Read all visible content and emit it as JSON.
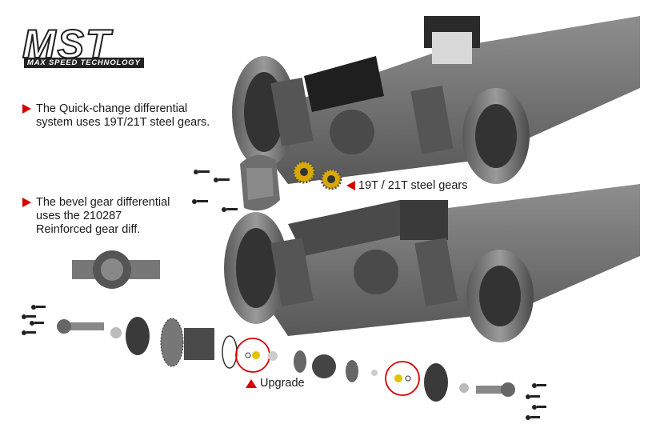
{
  "brand": {
    "name": "MST",
    "tagline": "MAX SPEED TECHNOLOGY"
  },
  "callouts": {
    "quick_change": {
      "lines": [
        "The Quick-change differential",
        "system uses 19T/21T steel gears."
      ]
    },
    "bevel_gear": {
      "lines": [
        "The bevel gear differential",
        "uses the 210287",
        "Reinforced gear diff."
      ]
    },
    "steel_gears_label": "19T / 21T steel gears",
    "upgrade_label": "Upgrade"
  },
  "colors": {
    "accent_red": "#d40000",
    "text": "#1a1a1a",
    "chassis_dark": "#3a3a3a",
    "chassis_mid": "#6b6b6b",
    "gear_gold": "#d9a800"
  }
}
